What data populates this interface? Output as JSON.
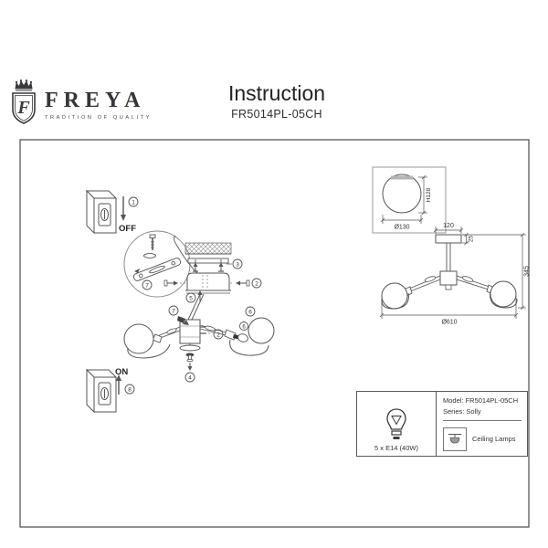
{
  "brand": {
    "name": "FREYA",
    "tagline": "TRADITION OF QUALITY",
    "emblem_letter": "F"
  },
  "header": {
    "title": "Instruction",
    "model": "FR5014PL-05CH"
  },
  "assembly": {
    "off_label": "OFF",
    "on_label": "ON",
    "callouts": {
      "off_step": "1",
      "bracket": "3",
      "canopy_screws": "2",
      "canopy": "5",
      "bracket_detail": "7",
      "hub_screws": "2",
      "finial": "4",
      "shade": "6",
      "bulb": "6",
      "on_step": "8"
    }
  },
  "dimensions": {
    "shade_diameter": "Ø130",
    "shade_height": "H128",
    "plate_width": "120",
    "plate_thickness": "25",
    "fixture_height": "345",
    "fixture_diameter": "Ø610"
  },
  "spec": {
    "bulb": "5 x E14 (40W)",
    "model_line": "Model: FR5014PL-05CH",
    "series_line": "Series: Solly",
    "category": "Ceiling Lamps"
  },
  "colors": {
    "line": "#555555",
    "text": "#2b2b2b"
  }
}
